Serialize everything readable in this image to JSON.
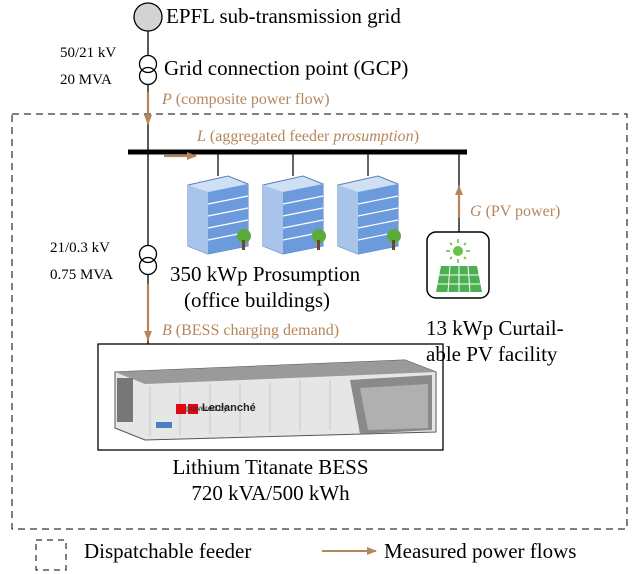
{
  "colors": {
    "flow": "#b5865a",
    "line": "#000000",
    "pv_panel": "#4caf50",
    "building": "#5b8ed6"
  },
  "grid": {
    "label": "EPFL sub-transmission grid"
  },
  "transformer1": {
    "ratio": "50/21 kV",
    "rating": "20 MVA",
    "label": "Grid connection point (GCP)"
  },
  "flow_p": {
    "symbol": "P",
    "text": "(composite power flow)"
  },
  "flow_l": {
    "symbol": "L",
    "text_before": "(aggregated feeder",
    "text_italic": "prosumption",
    "text_after": ")"
  },
  "flow_g": {
    "symbol": "G",
    "text": "(PV power)"
  },
  "transformer2": {
    "ratio": "21/0.3 kV",
    "rating": "0.75 MVA"
  },
  "prosumption": {
    "line1": "350 kWp Prosumption",
    "line2": "(office buildings)"
  },
  "pv": {
    "line1": "13 kWp Curtail-",
    "line2": "able PV facility",
    "icon": "solar-panel-icon"
  },
  "flow_b": {
    "symbol": "B",
    "text": "(BESS charging demand)"
  },
  "bess": {
    "brand_prefix": "powered by",
    "brand": "Leclanché",
    "line1": "Lithium Titanate BESS",
    "line2": "720 kVA/500 kWh"
  },
  "legend": {
    "feeder": "Dispatchable feeder",
    "flows": "Measured power flows"
  }
}
